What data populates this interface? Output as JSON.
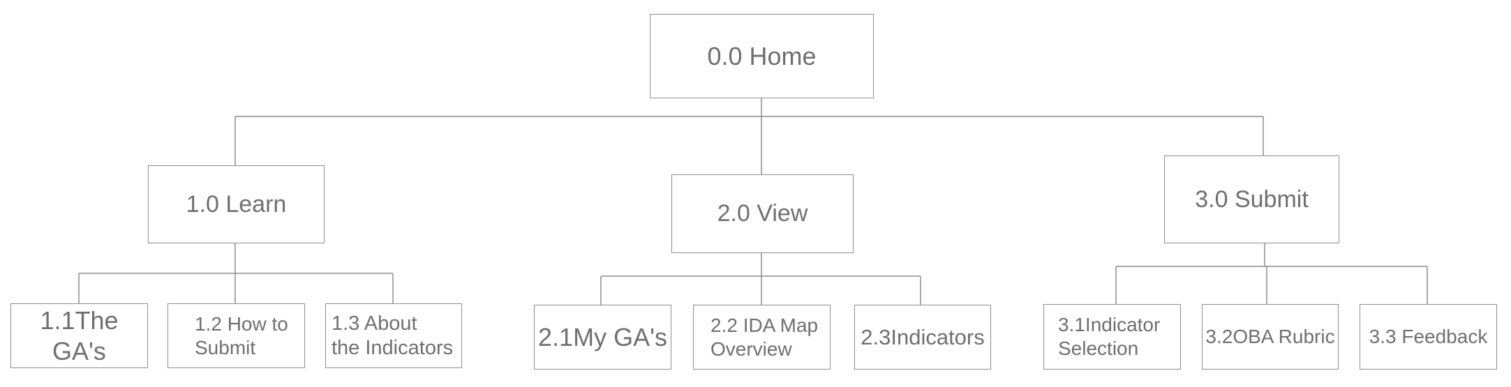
{
  "root": {
    "label": "0.0 Home"
  },
  "branches": [
    {
      "label": "1.0 Learn",
      "children": [
        "1.1The GA's",
        "1.2 How to\nSubmit",
        "1.3 About\nthe Indicators"
      ]
    },
    {
      "label": "2.0 View",
      "children": [
        "2.1My GA's",
        "2.2 IDA Map\nOverview",
        "2.3Indicators"
      ]
    },
    {
      "label": "3.0 Submit",
      "children": [
        "3.1Indicator\nSelection",
        "3.2OBA Rubric",
        "3.3 Feedback"
      ]
    }
  ],
  "colors": {
    "stroke": "#8c8c8c",
    "text": "#6f6f6f",
    "background": "#ffffff"
  }
}
